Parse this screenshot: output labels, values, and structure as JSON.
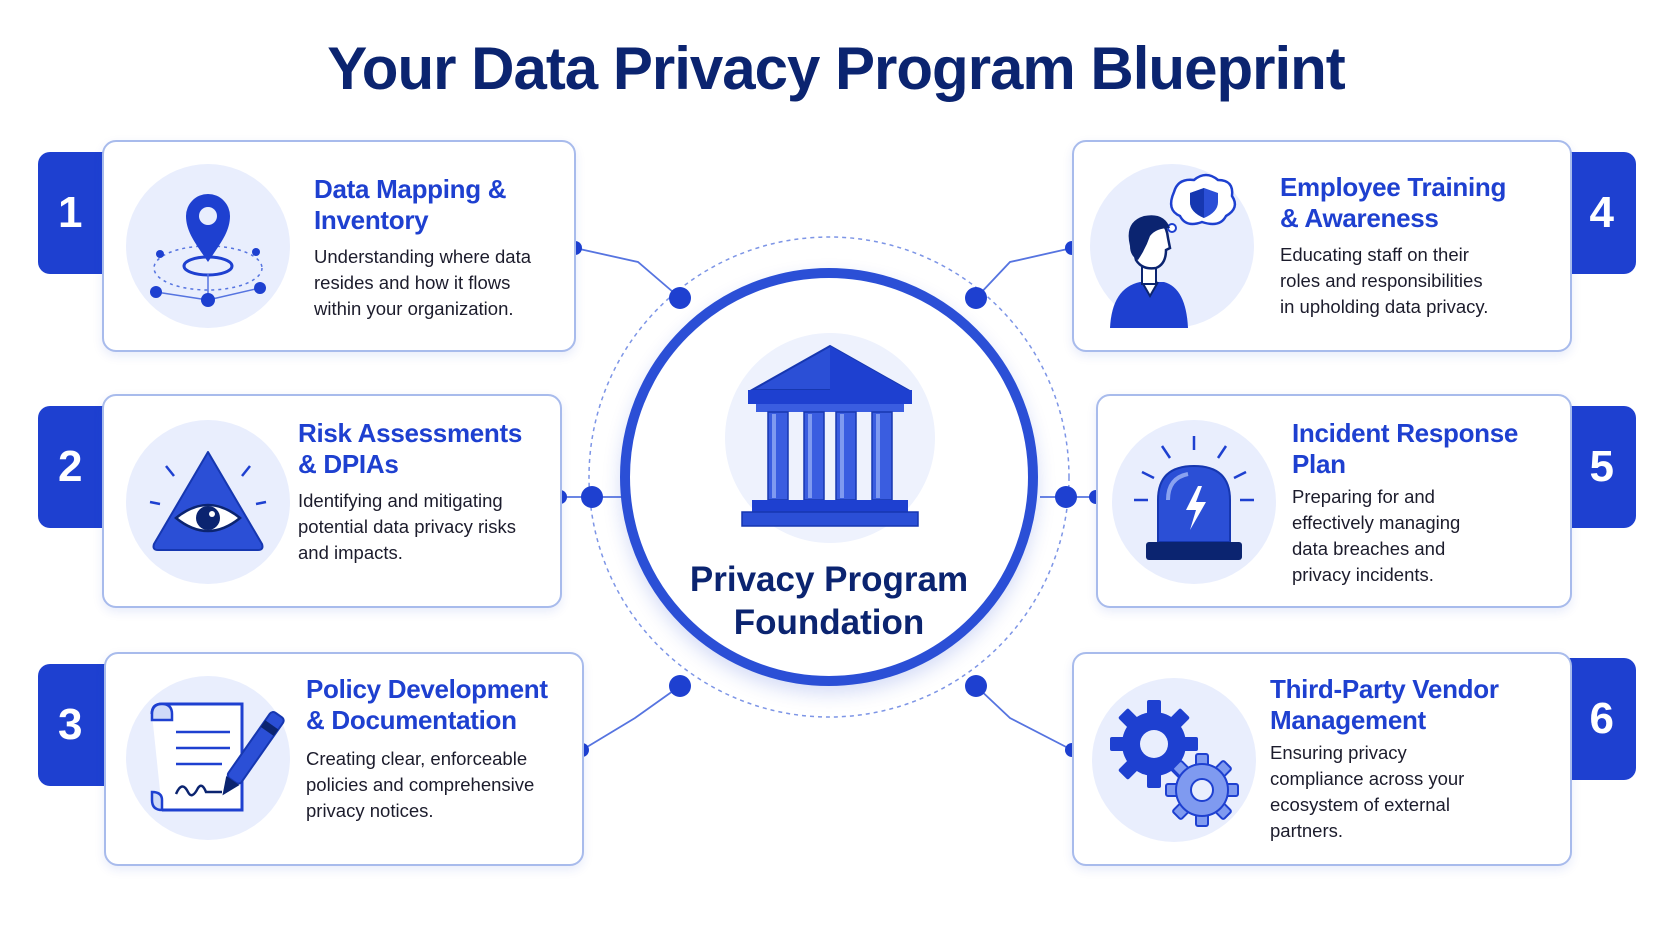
{
  "title": "Your Data Privacy Program Blueprint",
  "center": {
    "title_line1": "Privacy Program",
    "title_line2": "Foundation",
    "icon": "institution-building-icon"
  },
  "steps": [
    {
      "number": "1",
      "title_line1": "Data Mapping &",
      "title_line2": "Inventory",
      "desc_line1": "Understanding where data",
      "desc_line2": "resides and how it flows",
      "desc_line3": "within your organization.",
      "desc_line4": "",
      "icon": "location-pin-network-icon"
    },
    {
      "number": "2",
      "title_line1": "Risk Assessments",
      "title_line2": "& DPIAs",
      "desc_line1": "Identifying and mitigating",
      "desc_line2": "potential data privacy risks",
      "desc_line3": "and impacts.",
      "desc_line4": "",
      "icon": "warning-eye-icon"
    },
    {
      "number": "3",
      "title_line1": "Policy Development",
      "title_line2": "& Documentation",
      "desc_line1": "Creating clear, enforceable",
      "desc_line2": "policies and comprehensive",
      "desc_line3": "privacy notices.",
      "desc_line4": "",
      "icon": "document-pen-icon"
    },
    {
      "number": "4",
      "title_line1": "Employee Training",
      "title_line2": "& Awareness",
      "desc_line1": "Educating staff on their",
      "desc_line2": "roles and responsibilities",
      "desc_line3": "in upholding data privacy.",
      "desc_line4": "",
      "icon": "person-thinking-shield-icon"
    },
    {
      "number": "5",
      "title_line1": "Incident Response",
      "title_line2": "Plan",
      "desc_line1": "Preparing for and",
      "desc_line2": "effectively managing",
      "desc_line3": "data breaches and",
      "desc_line4": "privacy incidents.",
      "icon": "alarm-siren-icon"
    },
    {
      "number": "6",
      "title_line1": "Third-Party Vendor",
      "title_line2": "Management",
      "desc_line1": "Ensuring privacy",
      "desc_line2": "compliance across your",
      "desc_line3": "ecosystem of external",
      "desc_line4": "partners.",
      "icon": "gears-icon"
    }
  ],
  "colors": {
    "primary": "#1e40d0",
    "navy": "#0b2470",
    "icon_bg": "#e9eefd",
    "border": "#a8bbec"
  }
}
